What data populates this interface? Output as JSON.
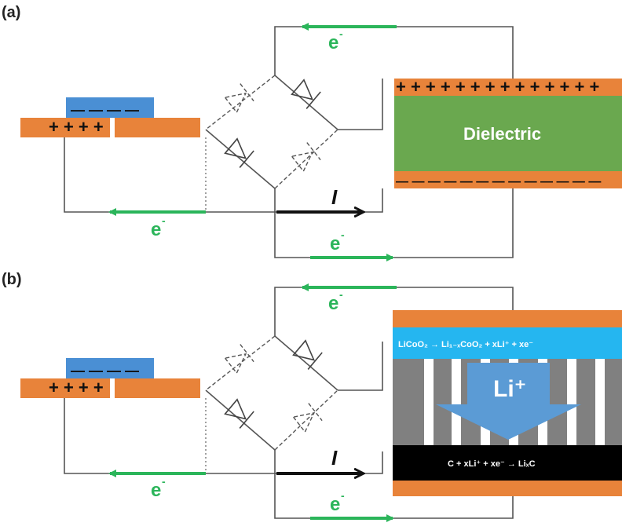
{
  "panels": [
    {
      "label": "(a)",
      "device_charges": "+ + + +",
      "load_label": "Dielectric",
      "load_plus": "+ + + + + + + + + + + + + +",
      "load_minus": "— — — — — — — — — — — — —",
      "electron": "e",
      "electron_sup": "-",
      "current": "I"
    },
    {
      "label": "(b)",
      "device_charges": "+ + + +",
      "reaction_top": "LiCoO₂ → Li₁₋ₓCoO₂ + xLi⁺ + xe⁻",
      "ion_label": "Li⁺",
      "reaction_bottom": "C + xLi⁺ + xe⁻ → LiₓC",
      "electron": "e",
      "electron_sup": "-",
      "current": "I"
    }
  ],
  "colors": {
    "electrode": "#e8833a",
    "triboelectric_layer": "#4a8fd4",
    "dielectric": "#6aa84f",
    "electrolyte_top": "#25b6f0",
    "separator": "#808080",
    "anode": "#000000",
    "ion_arrow": "#5b9bd5",
    "electron_flow": "#2bb55a"
  }
}
